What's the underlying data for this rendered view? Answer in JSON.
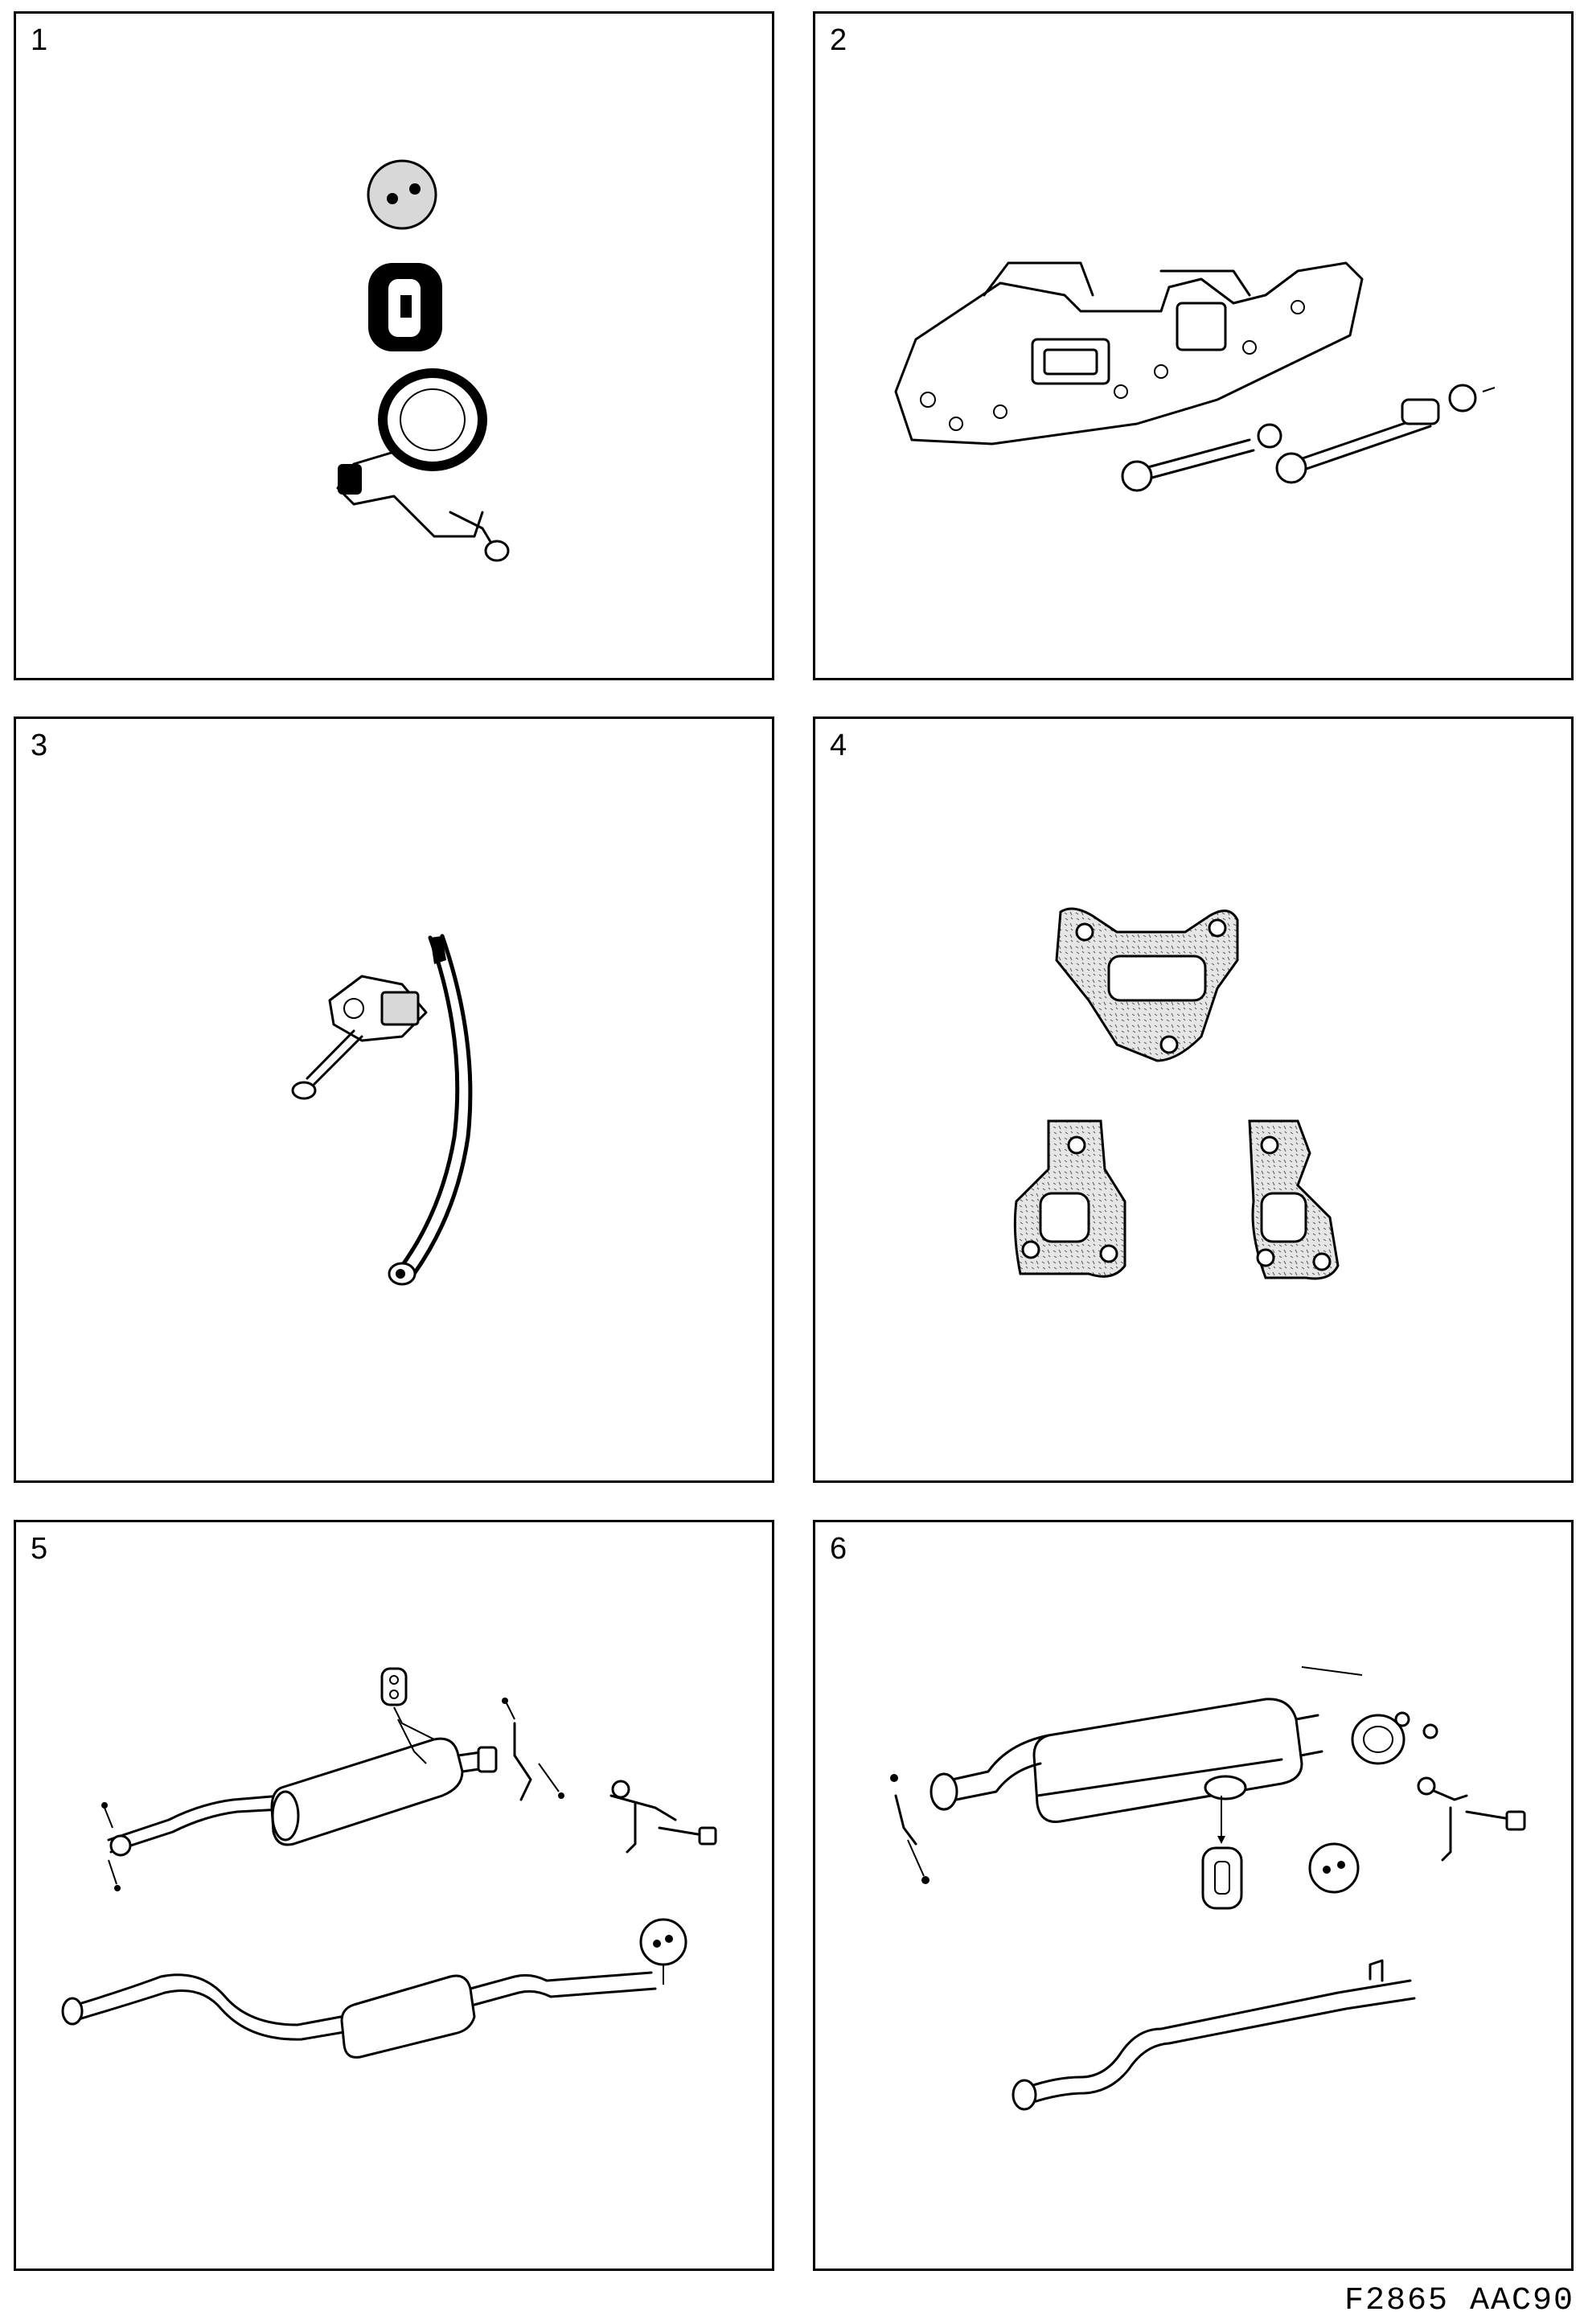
{
  "panels": [
    {
      "number": "1",
      "illustration": "exhaust-hanger-and-clamp-icon"
    },
    {
      "number": "2",
      "illustration": "exhaust-manifold-studs-icon"
    },
    {
      "number": "3",
      "illustration": "chain-tensioner-guide-icon"
    },
    {
      "number": "4",
      "illustration": "manifold-gaskets-icon"
    },
    {
      "number": "5",
      "illustration": "exhaust-system-silencer-icon"
    },
    {
      "number": "6",
      "illustration": "rear-silencer-assembly-icon"
    }
  ],
  "footer": {
    "code": "F2865 AAC90"
  }
}
